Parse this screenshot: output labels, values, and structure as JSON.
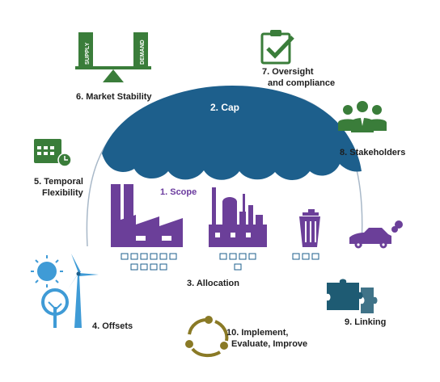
{
  "labels": {
    "market_stability": "6. Market Stability",
    "cap": "2. Cap",
    "oversight_line1": "7. Oversight",
    "oversight_line2": "and compliance",
    "stakeholders": "8. Stakeholders",
    "temporal_line1": "5. Temporal",
    "temporal_line2": "Flexibility",
    "scope": "1. Scope",
    "allocation": "3. Allocation",
    "offsets": "4. Offsets",
    "linking": "9. Linking",
    "implement_line1": "10. Implement,",
    "implement_line2": "Evaluate, Improve"
  },
  "balance_labels": {
    "supply": "SUPPLY",
    "demand": "DEMAND"
  },
  "colors": {
    "dome_blue": "#1d5f8c",
    "dome_outline": "#a8b8c8",
    "green": "#3a7d3a",
    "purple": "#6b3f99",
    "sky_blue": "#3f9bd6",
    "teal": "#1e5b73",
    "olive": "#8a7a26"
  },
  "icons": [
    "balance-scale-icon",
    "clipboard-check-icon",
    "people-icon",
    "calendar-icon",
    "factory-icon",
    "refinery-icon",
    "trash-bin-icon",
    "car-icon",
    "sun-icon",
    "wind-turbine-icon",
    "tree-icon",
    "puzzle-icon",
    "cycle-arrows-icon",
    "allowance-tokens-icon"
  ]
}
